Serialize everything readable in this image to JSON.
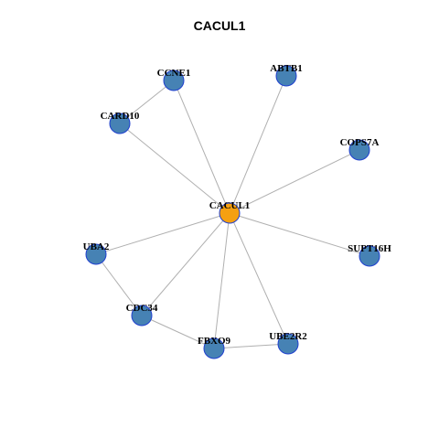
{
  "title": "CACUL1",
  "colors": {
    "hub": "#F5A011",
    "node": "#4682B4",
    "node_border": "#1F3FCF",
    "edge": "#B0B0B0"
  },
  "nodes": [
    {
      "id": "CACUL1",
      "hub": true
    },
    {
      "id": "CCNE1"
    },
    {
      "id": "ABTB1"
    },
    {
      "id": "CARD10"
    },
    {
      "id": "COPS7A"
    },
    {
      "id": "UBA2"
    },
    {
      "id": "SUPT16H"
    },
    {
      "id": "CDC34"
    },
    {
      "id": "UBE2R2"
    },
    {
      "id": "FBXO9"
    }
  ],
  "edges": [
    [
      "CACUL1",
      "CCNE1"
    ],
    [
      "CACUL1",
      "ABTB1"
    ],
    [
      "CACUL1",
      "CARD10"
    ],
    [
      "CACUL1",
      "COPS7A"
    ],
    [
      "CACUL1",
      "UBA2"
    ],
    [
      "CACUL1",
      "SUPT16H"
    ],
    [
      "CACUL1",
      "CDC34"
    ],
    [
      "CACUL1",
      "FBXO9"
    ],
    [
      "CACUL1",
      "UBE2R2"
    ],
    [
      "CCNE1",
      "CARD10"
    ],
    [
      "UBA2",
      "CDC34"
    ],
    [
      "CDC34",
      "FBXO9"
    ],
    [
      "FBXO9",
      "UBE2R2"
    ]
  ]
}
